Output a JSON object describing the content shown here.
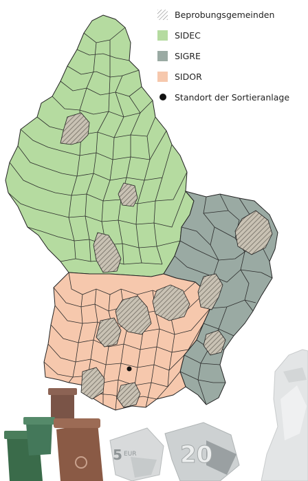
{
  "legend": {
    "items": [
      {
        "key": "hatch",
        "label": "Beprobungsgemeinden"
      },
      {
        "key": "sidec",
        "label": "SIDEC",
        "color": "#b5dba0"
      },
      {
        "key": "sigre",
        "label": "SIGRE",
        "color": "#9aaaa3"
      },
      {
        "key": "sidor",
        "label": "SIDOR",
        "color": "#f6c8ad"
      },
      {
        "key": "site",
        "label": "Standort der Sortieranlage",
        "color": "#111111"
      }
    ]
  },
  "regions": [
    {
      "name": "SIDEC",
      "color": "#b5dba0"
    },
    {
      "name": "SIGRE",
      "color": "#9aaaa3"
    },
    {
      "name": "SIDOR",
      "color": "#f6c8ad"
    }
  ],
  "decor": {
    "banknote_5": "5",
    "banknote_5_currency": "EUR",
    "banknote_20": "20"
  }
}
